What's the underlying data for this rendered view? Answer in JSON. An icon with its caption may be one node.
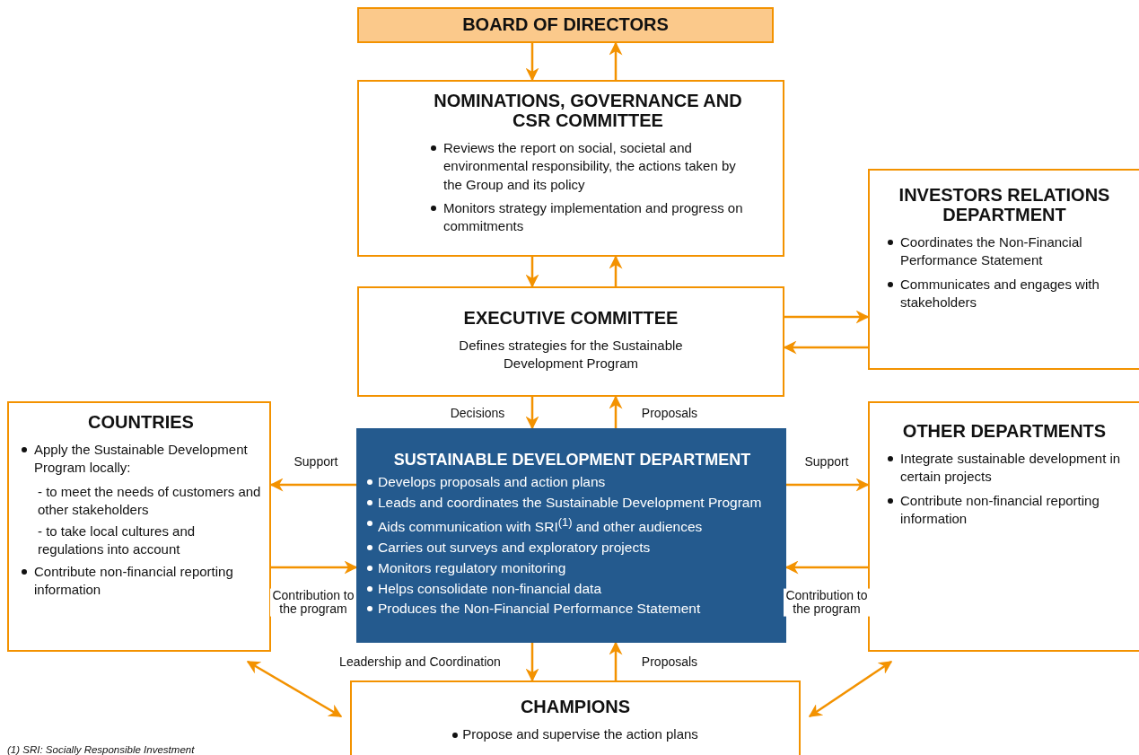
{
  "diagram": {
    "nodes": [
      {
        "text": [
          "BOARD OF DIRECTORS"
        ]
      },
      {
        "text": [
          "NOMINATIONS, GOVERNANCE AND CSR COMMITTEE",
          "Reviews the report on social, societal and environmental responsibility, the actions taken by the Group and its policy",
          "Monitors strategy implementation and progress on commitments"
        ]
      },
      {
        "text": [
          "INVESTORS RELATIONS DEPARTMENT",
          "Coordinates the Non-Financial Performance Statement",
          "Communicates and engages with stakeholders"
        ]
      },
      {
        "text": [
          "EXECUTIVE COMMITTEE",
          "Defines strategies for the Sustainable Development Program"
        ]
      },
      {
        "text": [
          "COUNTRIES",
          "Apply the Sustainable Development Program locally:",
          "- to meet the needs of customers and other stakeholders",
          "- to take local cultures and regulations into account",
          "Contribute non-financial reporting information"
        ]
      },
      {
        "text": [
          "SUSTAINABLE DEVELOPMENT DEPARTMENT",
          "Develops proposals and action plans",
          "Leads and coordinates the Sustainable Development Program",
          "Aids communication with SRI$^{(1)}$ and other audiences",
          "Carries out surveys and exploratory projects",
          "Monitors regulatory monitoring",
          "Helps consolidate non-financial data",
          "Produces the Non-Financial Performance Statement"
        ]
      },
      {
        "text": [
          "OTHER DEPARTMENTS",
          "Integrate sustainable development in certain projects",
          "Contribute non-financial reporting information"
        ]
      },
      {
        "text": [
          "CHAMPIONS",
          "Propose and supervise the action plans"
        ]
      }
    ],
    "edges": [
      {
        "from": 0,
        "to": 1,
        "arrow": "to"
      },
      {
        "from": 1,
        "to": 0,
        "arrow": "to"
      },
      {
        "from": 1,
        "to": 3,
        "arrow": "to"
      },
      {
        "from": 3,
        "to": 1,
        "arrow": "to"
      },
      {
        "from": 3,
        "to": 2,
        "arrow": "to"
      },
      {
        "from": 2,
        "to": 3,
        "arrow": "to"
      },
      {
        "from": 3,
        "to": 5,
        "arrow": "to",
        "label": "Decisions"
      },
      {
        "from": 5,
        "to": 3,
        "arrow": "to",
        "label": "Proposals"
      },
      {
        "from": 5,
        "to": 4,
        "arrow": "to",
        "label": "Support"
      },
      {
        "from": 4,
        "to": 5,
        "arrow": "to",
        "label": "Contribution to the program"
      },
      {
        "from": 5,
        "to": 6,
        "arrow": "to",
        "label": "Support"
      },
      {
        "from": 6,
        "to": 5,
        "arrow": "to",
        "label": "Contribution to the program"
      },
      {
        "from": 5,
        "to": 7,
        "arrow": "to",
        "label": "Leadership and Coordination"
      },
      {
        "from": 7,
        "to": 5,
        "arrow": "to",
        "label": "Proposals"
      },
      {
        "from": 4,
        "to": 7,
        "arrow": "both"
      },
      {
        "from": 6,
        "to": 7,
        "arrow": "both"
      }
    ],
    "labels": [
      "(1) SRI: Socially Responsible Investment"
    ]
  }
}
